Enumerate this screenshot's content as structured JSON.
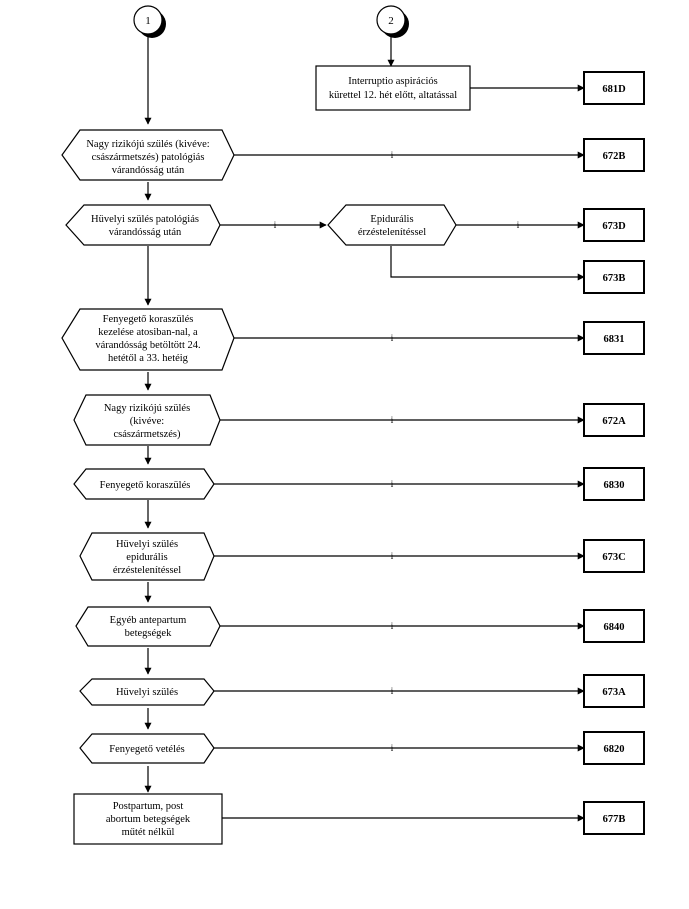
{
  "connectors": [
    "1",
    "2"
  ],
  "decisions": {
    "d1": [
      "Nagy rizikójú szülés (kivéve:",
      "császármetszés) patológiás",
      "várandósság után"
    ],
    "d2": [
      "Hüvelyi szülés patológiás",
      "várandósság után"
    ],
    "d2b": [
      "Epidurális",
      "érzéstelenítéssel"
    ],
    "d3": [
      "Fenyegető koraszülés",
      "kezelése atosiban-nal, a",
      "várandósság betöltött 24.",
      "hetétől a 33. hetéig"
    ],
    "d4": [
      "Nagy rizikójú szülés",
      "(kivéve:",
      "császármetszés)"
    ],
    "d5": [
      "Fenyegető koraszülés"
    ],
    "d6": [
      "Hüvelyi szülés",
      "epidurális",
      "érzéstelenítéssel"
    ],
    "d7": [
      "Egyéb antepartum",
      "betegségek"
    ],
    "d8": [
      "Hüvelyi szülés"
    ],
    "d9": [
      "Fenyegető vetélés"
    ]
  },
  "processes": {
    "p1": [
      "Interruptio aspirációs",
      "kürettel 12. hét előtt, altatással"
    ],
    "p2": [
      "Postpartum, post",
      "abortum betegségek",
      "műtét nélkül"
    ]
  },
  "codes": {
    "c681D": "681D",
    "c672B": "672B",
    "c673D": "673D",
    "c673B": "673B",
    "c6831": "6831",
    "c672A": "672A",
    "c6830": "6830",
    "c673C": "673C",
    "c6840": "6840",
    "c673A": "673A",
    "c6820": "6820",
    "c677B": "677B"
  },
  "yes_label": "i"
}
